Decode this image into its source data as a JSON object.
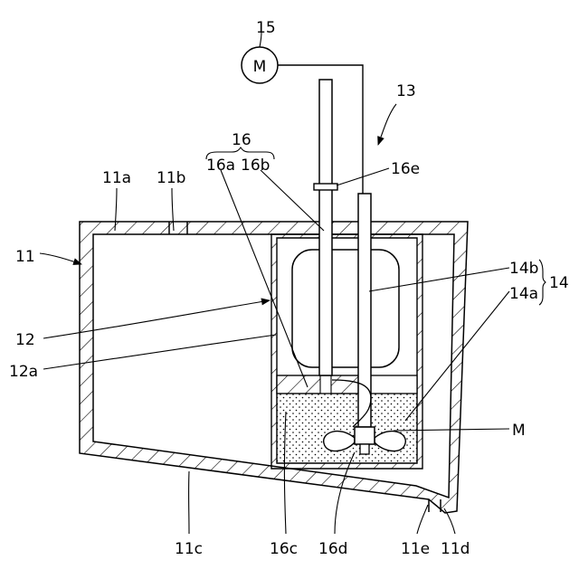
{
  "figure": {
    "labels": {
      "n15": "15",
      "motor": "M",
      "n13": "13",
      "n16": "16",
      "n16a": "16a",
      "n16b": "16b",
      "n16e": "16e",
      "n11a": "11a",
      "n11b": "11b",
      "n11": "11",
      "n14b": "14b",
      "n14a": "14a",
      "n14": "14",
      "n12": "12",
      "n12a": "12a",
      "M": "M",
      "n11c": "11c",
      "n16c": "16c",
      "n16d": "16d",
      "n11e": "11e",
      "n11d": "11d"
    }
  }
}
